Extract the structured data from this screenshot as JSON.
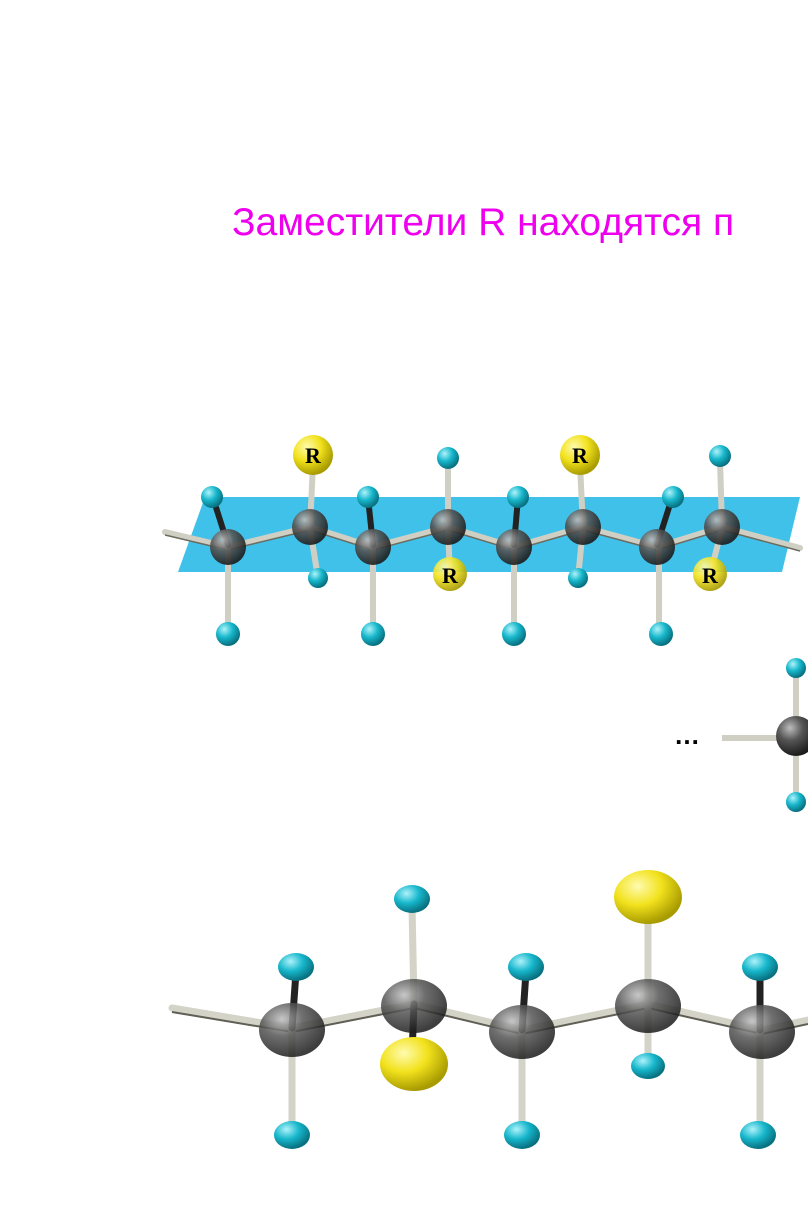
{
  "caption": {
    "text": "Заместители R находятся п",
    "color": "#ee00ee"
  },
  "top_model": {
    "substituent_label": "R",
    "labels": {
      "r1": "R",
      "r2": "R",
      "r3": "R",
      "r4": "R"
    },
    "plane_color": "#1fb6e6"
  },
  "side_fragment": {
    "dots": "…"
  },
  "colors": {
    "carbon": "#3a3a3a",
    "hydrogen": "#1ab5c8",
    "substituent": "#f2e21d",
    "bond": "#9a9a8c"
  }
}
